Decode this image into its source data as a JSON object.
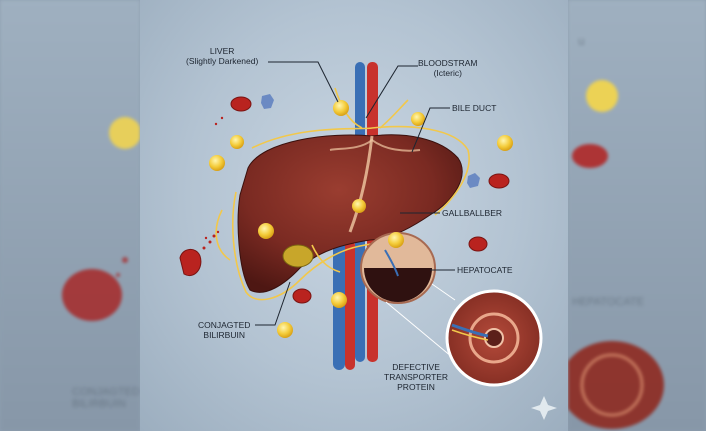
{
  "labels": {
    "liver_line1": "LIVER",
    "liver_line2": "(Slightly Darkened)",
    "bloodstream_line1": "BLOODSTRAM",
    "bloodstream_line2": "(Icteric)",
    "bile_duct": "BILE DUCT",
    "gallbladder": "GALLBALLBER",
    "hepatocyte": "HEPATOCATE",
    "conjugated_line1": "CONJAGTED",
    "conjugated_line2": "BILIRBUIN",
    "transporter_line1": "DEFECTIVE",
    "transporter_line2": "TRANSPORTER",
    "transporter_line3": "PROTEIN"
  },
  "background_text": {
    "left_line1": "CONJAGTED",
    "left_line2": "BILIRBUIN",
    "right_line1": "HEPATOCATE"
  },
  "colors": {
    "liver": "#7a2a22",
    "bile": "#f2c84b",
    "artery": "#c8322c",
    "vein": "#3a6fb5",
    "panel": "#b9c8d6"
  },
  "icons": [
    "bilirubin-molecule-icon",
    "red-blood-cell-icon",
    "sparkle-icon"
  ]
}
